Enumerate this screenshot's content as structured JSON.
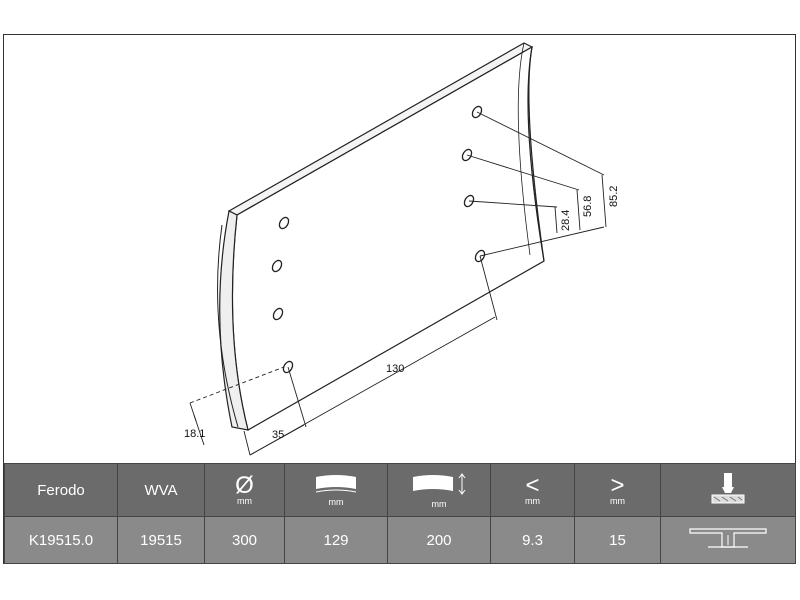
{
  "dimensions": {
    "hole_spacing_total": "85.2",
    "hole_spacing_two": "56.8",
    "hole_spacing_one": "28.4",
    "hole_row_distance": "130",
    "edge_offset": "35",
    "lining_offset": "18.1"
  },
  "table": {
    "headers": {
      "ferodo": "Ferodo",
      "wva": "WVA",
      "diameter_symbol": "Ø",
      "unit": "mm"
    },
    "values": {
      "ferodo": "K19515.0",
      "wva": "19515",
      "diameter": "300",
      "width": "129",
      "length": "200",
      "thickness_min": "9.3",
      "thickness_max": "15"
    },
    "icons": {
      "diameter": "diameter-icon",
      "width": "curved-width-icon",
      "length": "curved-length-icon",
      "min": "less-than-icon",
      "max": "greater-than-icon",
      "rivet": "rivet-tool-icon",
      "profile": "t-profile-icon"
    }
  }
}
